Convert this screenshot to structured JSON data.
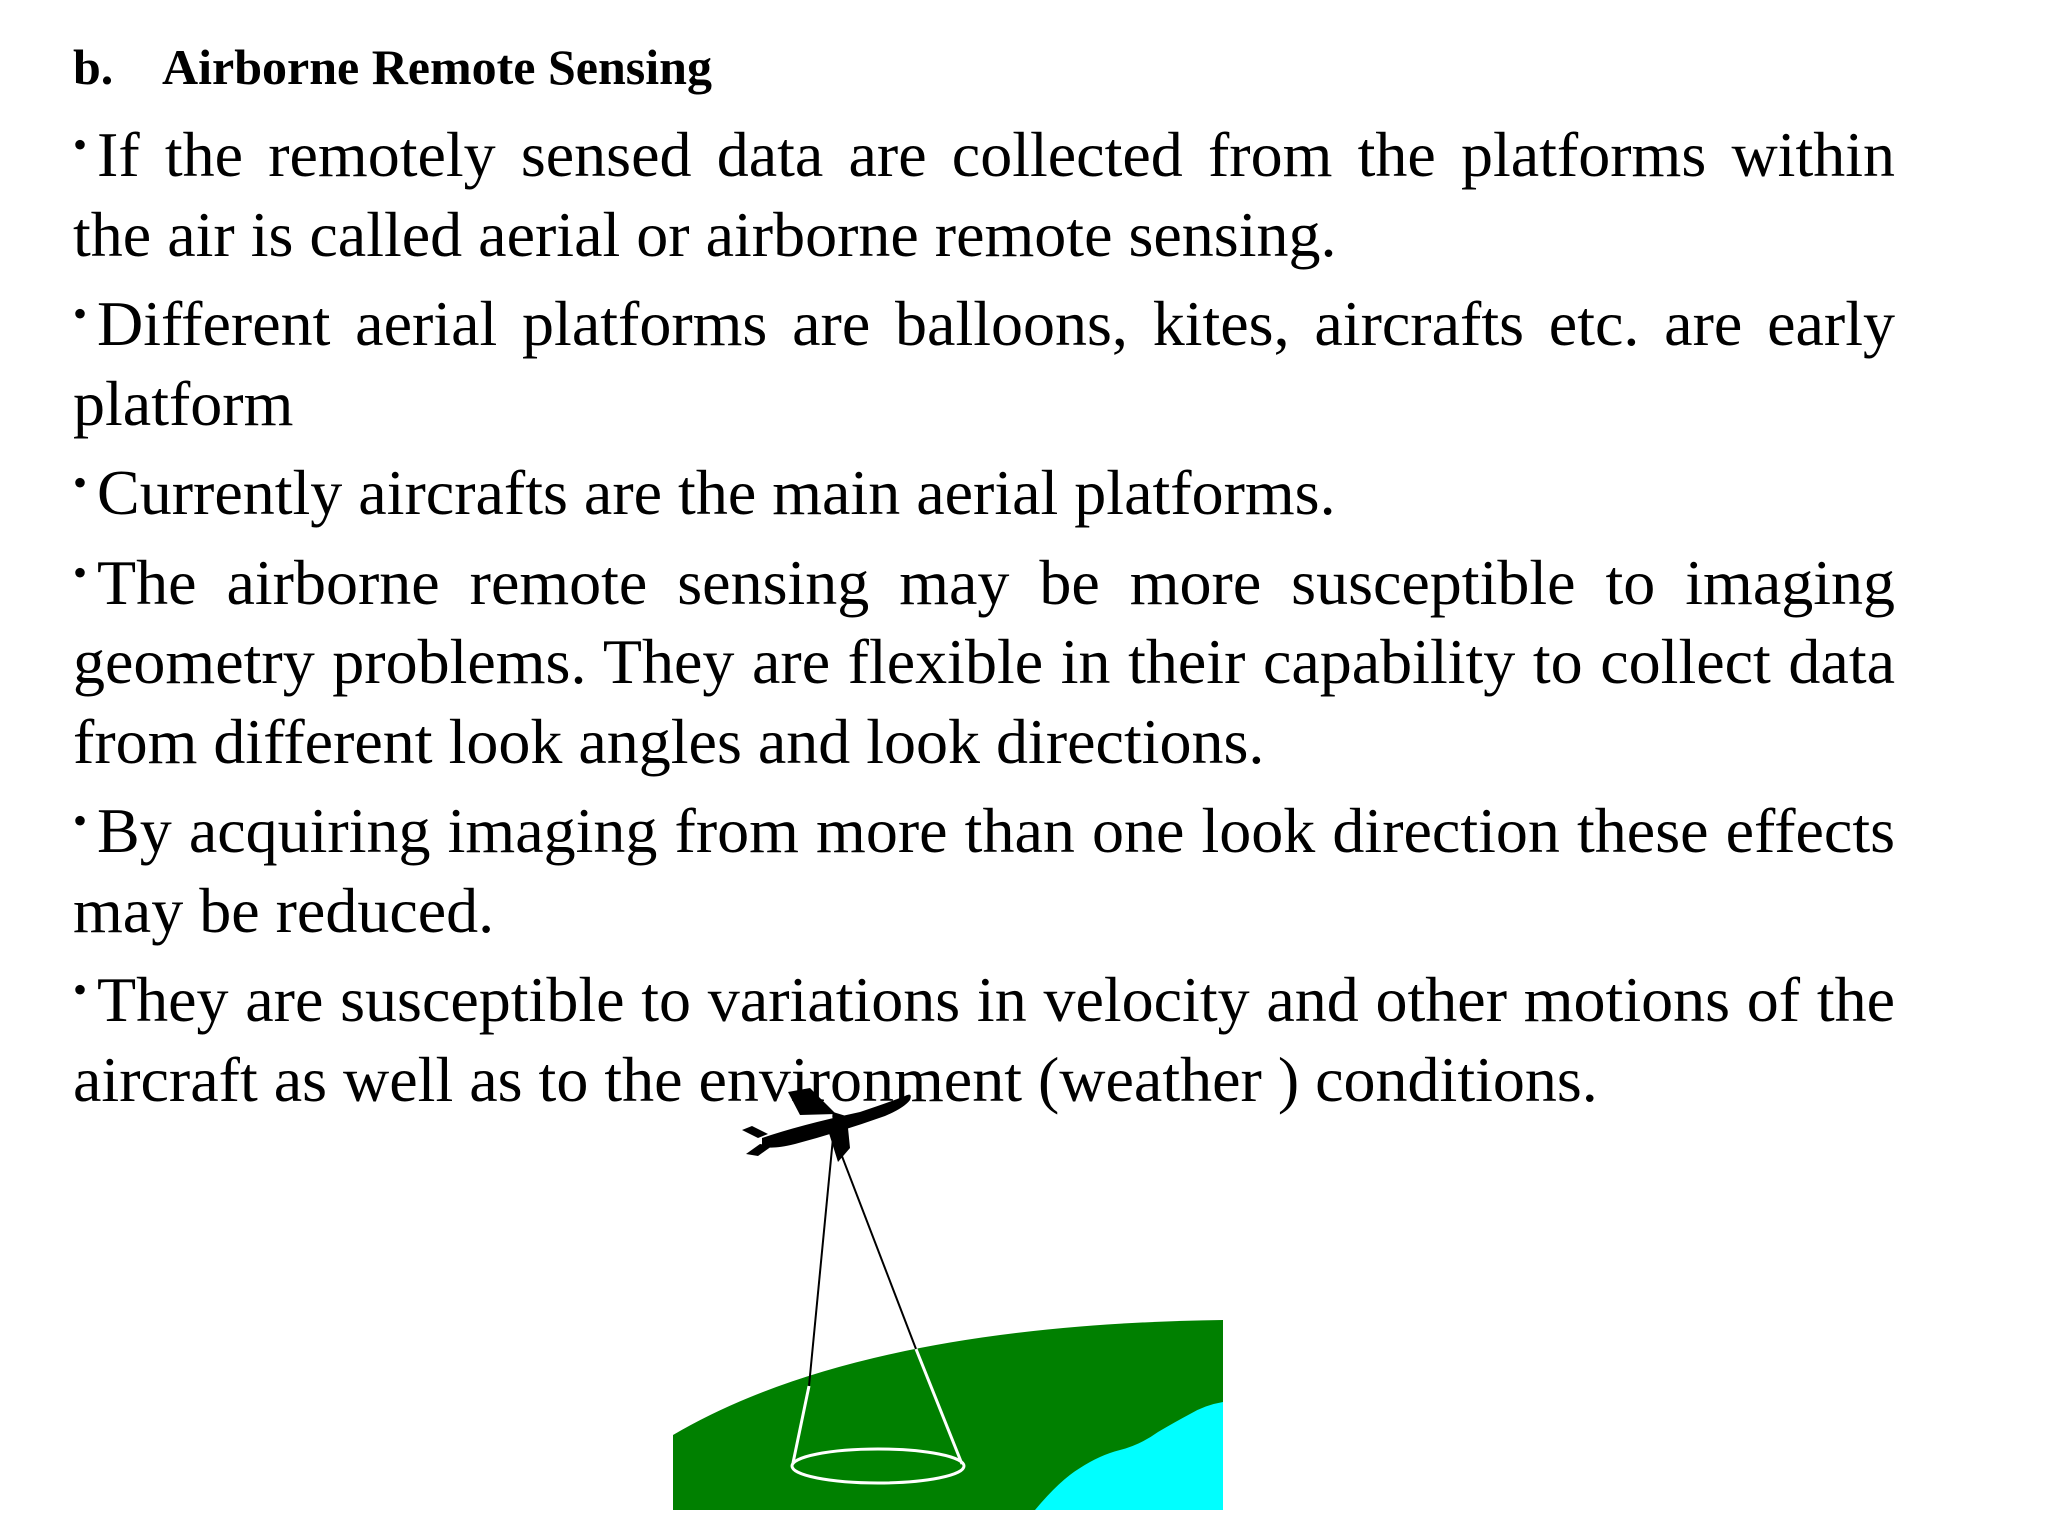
{
  "heading": {
    "prefix": "b.",
    "title": "Airborne Remote Sensing"
  },
  "bullet_symbol": "•",
  "bullets": [
    "If the remotely sensed data are collected from the platforms within the air is called aerial or airborne remote sensing.",
    "Different aerial platforms are balloons, kites, aircrafts etc. are early platform",
    "Currently aircrafts are the main aerial platforms.",
    "The airborne remote sensing may be more susceptible to imaging geometry problems. They are flexible in their capability to collect data from different look angles and look directions.",
    "By acquiring imaging from more than one look direction these effects may be reduced.",
    "They are susceptible to variations in velocity and other motions of the aircraft as well as to the environment (weather ) conditions."
  ],
  "figure": {
    "icon": "aircraft-sensing-illustration",
    "colors": {
      "land": "#008000",
      "water": "#00ffff",
      "aircraft": "#000000",
      "beam_outline": "#ffffff"
    }
  }
}
